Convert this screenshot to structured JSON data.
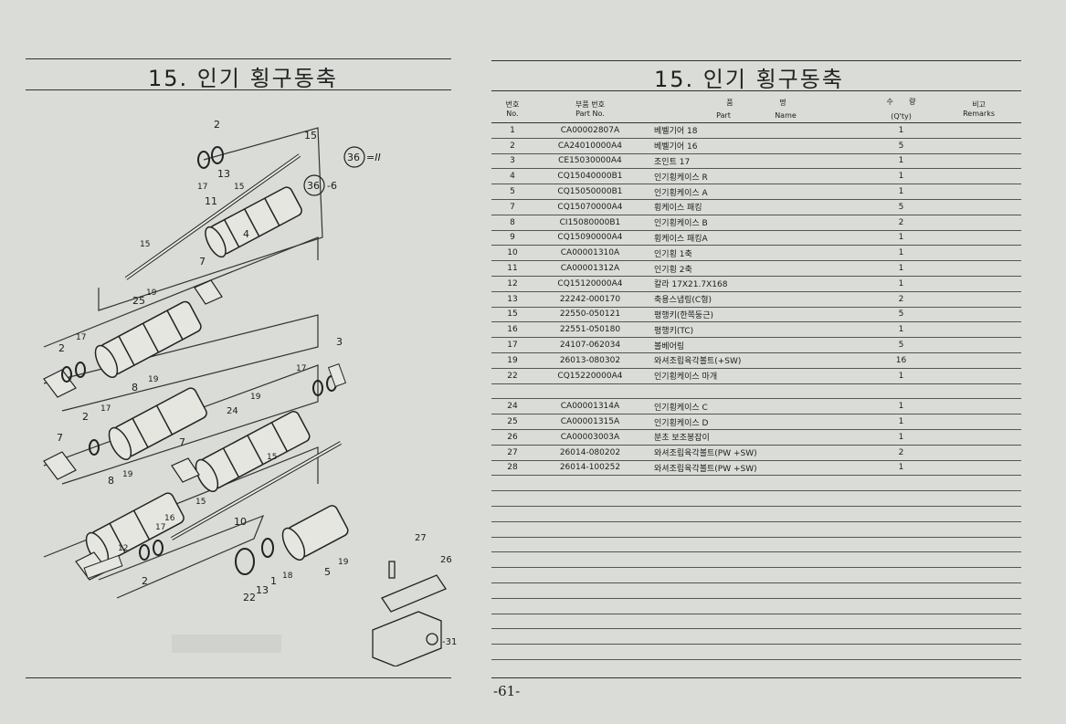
{
  "left_page": {
    "title": "15. 인기 횡구동축"
  },
  "right_page": {
    "title": "15. 인기 횡구동축",
    "header": {
      "no_ko": "번호",
      "no_en": "No.",
      "part_no_ko": "부품 번호",
      "part_no_en": "Part No.",
      "name_ko_1": "품",
      "name_ko_2": "명",
      "part_en": "Part",
      "name_en": "Name",
      "qty_ko_1": "수",
      "qty_ko_2": "량",
      "qty_en": "(Q'ty)",
      "remarks_ko": "비고",
      "remarks_en": "Remarks"
    },
    "rows": [
      {
        "no": "1",
        "part_no": "CA00002807A",
        "name": "베벨기어 18",
        "qty": "1"
      },
      {
        "no": "2",
        "part_no": "CA24010000A4",
        "name": "베벨기어 16",
        "qty": "5"
      },
      {
        "no": "3",
        "part_no": "CE15030000A4",
        "name": "조인트 17",
        "qty": "1"
      },
      {
        "no": "4",
        "part_no": "CQ15040000B1",
        "name": "인기횡케이스 R",
        "qty": "1"
      },
      {
        "no": "5",
        "part_no": "CQ15050000B1",
        "name": "인기횡케이스 A",
        "qty": "1"
      },
      {
        "no": "7",
        "part_no": "CQ15070000A4",
        "name": "횡케이스 패킹",
        "qty": "5"
      },
      {
        "no": "8",
        "part_no": "CI15080000B1",
        "name": "인기횡케이스 B",
        "qty": "2"
      },
      {
        "no": "9",
        "part_no": "CQ15090000A4",
        "name": "횡케이스 패킹A",
        "qty": "1"
      },
      {
        "no": "10",
        "part_no": "CA00001310A",
        "name": "인기횡 1축",
        "qty": "1"
      },
      {
        "no": "11",
        "part_no": "CA00001312A",
        "name": "인기횡 2축",
        "qty": "1"
      },
      {
        "no": "12",
        "part_no": "CQ15120000A4",
        "name": "칼라 17X21.7X168",
        "qty": "1"
      },
      {
        "no": "13",
        "part_no": "22242-000170",
        "name": "축용스냅링(C형)",
        "qty": "2"
      },
      {
        "no": "15",
        "part_no": "22550-050121",
        "name": "평행키(한쪽둥근)",
        "qty": "5"
      },
      {
        "no": "16",
        "part_no": "22551-050180",
        "name": "평행키(TC)",
        "qty": "1"
      },
      {
        "no": "17",
        "part_no": "24107-062034",
        "name": "볼베어링",
        "qty": "5"
      },
      {
        "no": "19",
        "part_no": "26013-080302",
        "name": "와셔조립육각볼트(+SW)",
        "qty": "16"
      },
      {
        "no": "22",
        "part_no": "CQ15220000A4",
        "name": "인기횡케이스 마개",
        "qty": "1"
      },
      {
        "no": "",
        "part_no": "",
        "name": "",
        "qty": ""
      },
      {
        "no": "24",
        "part_no": "CA00001314A",
        "name": "인기횡케이스 C",
        "qty": "1"
      },
      {
        "no": "25",
        "part_no": "CA00001315A",
        "name": "인기횡케이스 D",
        "qty": "1"
      },
      {
        "no": "26",
        "part_no": "CA00003003A",
        "name": "분초 보조봉잡이",
        "qty": "1"
      },
      {
        "no": "27",
        "part_no": "26014-080202",
        "name": "와셔조립육각볼트(PW +SW)",
        "qty": "2"
      },
      {
        "no": "28",
        "part_no": "26014-100252",
        "name": "와셔조립육각볼트(PW +SW)",
        "qty": "1"
      },
      {
        "no": "",
        "part_no": "",
        "name": "",
        "qty": ""
      },
      {
        "no": "",
        "part_no": "",
        "name": "",
        "qty": ""
      },
      {
        "no": "",
        "part_no": "",
        "name": "",
        "qty": ""
      },
      {
        "no": "",
        "part_no": "",
        "name": "",
        "qty": ""
      },
      {
        "no": "",
        "part_no": "",
        "name": "",
        "qty": ""
      },
      {
        "no": "",
        "part_no": "",
        "name": "",
        "qty": ""
      },
      {
        "no": "",
        "part_no": "",
        "name": "",
        "qty": ""
      },
      {
        "no": "",
        "part_no": "",
        "name": "",
        "qty": ""
      },
      {
        "no": "",
        "part_no": "",
        "name": "",
        "qty": ""
      },
      {
        "no": "",
        "part_no": "",
        "name": "",
        "qty": ""
      },
      {
        "no": "",
        "part_no": "",
        "name": "",
        "qty": ""
      },
      {
        "no": "",
        "part_no": "",
        "name": "",
        "qty": ""
      }
    ]
  },
  "diagram": {
    "callouts": [
      "2",
      "15",
      "36",
      "=II",
      "13",
      "17",
      "15",
      "11",
      "36",
      "-6",
      "15",
      "4",
      "7",
      "25",
      "19",
      "17",
      "2",
      "3",
      "17",
      "8",
      "19",
      "2",
      "24",
      "19",
      "17",
      "7",
      "15",
      "7",
      "8",
      "19",
      "15",
      "10",
      "17",
      "16",
      "12",
      "2",
      "27",
      "26",
      "5",
      "19",
      "18",
      "1",
      "13",
      "22",
      "-31"
    ]
  },
  "page_number": "-61-"
}
